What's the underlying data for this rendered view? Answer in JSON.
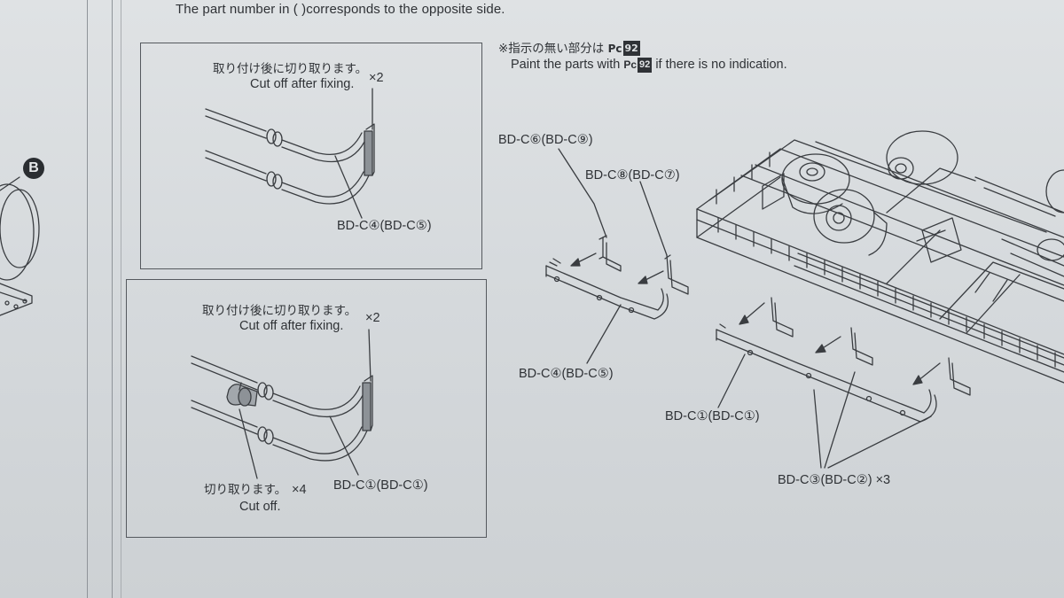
{
  "header": {
    "opposite_side_note": "The part number in (   )corresponds to the opposite side."
  },
  "step": {
    "badge": "B"
  },
  "panel_top": {
    "jp_note": "取り付け後に切り取ります。",
    "en_note": "Cut off after fixing.",
    "multiplier": "×2",
    "part_label": "BD-C④(BD-C⑤)"
  },
  "panel_bottom": {
    "jp_note": "取り付け後に切り取ります。",
    "en_note": "Cut off after fixing.",
    "multiplier": "×2",
    "cut_jp": "切り取ります。",
    "cut_multiplier": "×4",
    "cut_en": "Cut off.",
    "part_label": "BD-C①(BD-C①)"
  },
  "paint_note": {
    "jp_prefix": "※指示の無い部分は",
    "en_text": "Paint the parts with",
    "en_suffix": "if there is no indication.",
    "pc_prefix": "Pc",
    "pc_code": "92"
  },
  "main_labels": {
    "bdc6": "BD-C⑥(BD-C⑨)",
    "bdc8": "BD-C⑧(BD-C⑦)",
    "bdc4": "BD-C④(BD-C⑤)",
    "bdc1": "BD-C①(BD-C①)",
    "bdc3": "BD-C③(BD-C②)",
    "bdc3_multiplier": "×3"
  },
  "colors": {
    "paper": "#d9dcdf",
    "ink": "#2a2d31",
    "line": "#55595e"
  }
}
